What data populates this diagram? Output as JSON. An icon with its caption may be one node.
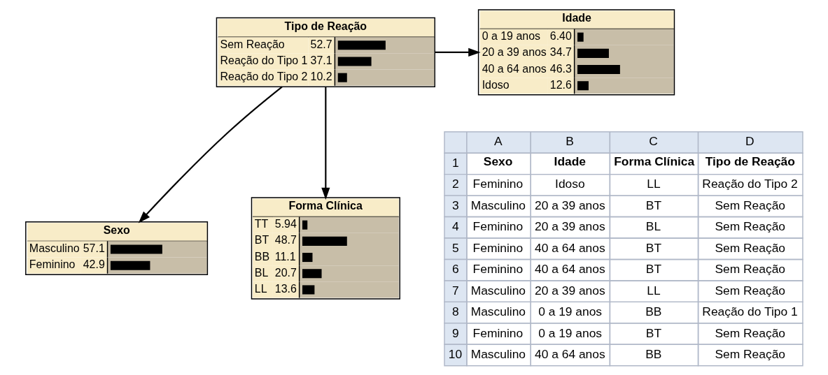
{
  "diagram": {
    "nodes": [
      {
        "text": [
          "Sexo",
          "Masculino",
          "57.1",
          "Feminino",
          "42.9"
        ]
      },
      {
        "text": [
          "Idade",
          "0 a 19 anos",
          "6.40",
          "20 a 39 anos",
          "34.7",
          "40 a 64 anos",
          "46.3",
          "Idoso",
          "12.6"
        ]
      },
      {
        "text": [
          "Tipo de Reação",
          "Sem Reação",
          "52.7",
          "Reação do Tipo 1",
          "37.1",
          "Reação do Tipo 2",
          "10.2"
        ]
      },
      {
        "text": [
          "Forma Clínica",
          "TT",
          "5.94",
          "BT",
          "48.7",
          "BB",
          "11.1",
          "BL",
          "20.7",
          "LL",
          "13.6"
        ]
      }
    ],
    "edges": [
      {
        "from": 2,
        "to": 0,
        "arrow": "to"
      },
      {
        "from": 2,
        "to": 1,
        "arrow": "to"
      },
      {
        "from": 2,
        "to": 3,
        "arrow": "to"
      }
    ],
    "labels": [
      "A",
      "B",
      "C",
      "D",
      "1",
      "Sexo",
      "Idade",
      "Forma Clínica",
      "Tipo de Reação",
      "2",
      "Feminino",
      "Idoso",
      "LL",
      "Reação do Tipo 2",
      "3",
      "Masculino",
      "20 a 39 anos",
      "BT",
      "Sem Reação",
      "4",
      "Feminino",
      "20 a 39 anos",
      "BL",
      "Sem Reação",
      "5",
      "Feminino",
      "40 a 64 anos",
      "BT",
      "Sem Reação",
      "6",
      "Feminino",
      "40 a 64 anos",
      "BT",
      "Sem Reação",
      "7",
      "Masculino",
      "20 a 39 anos",
      "LL",
      "Sem Reação",
      "8",
      "Masculino",
      "0 a 19 anos",
      "BB",
      "Reação do Tipo 1",
      "9",
      "Feminino",
      "0 a 19 anos",
      "BT",
      "Sem Reação",
      "10",
      "Masculino",
      "40 a 64 anos",
      "BB",
      "Sem Reação"
    ]
  }
}
